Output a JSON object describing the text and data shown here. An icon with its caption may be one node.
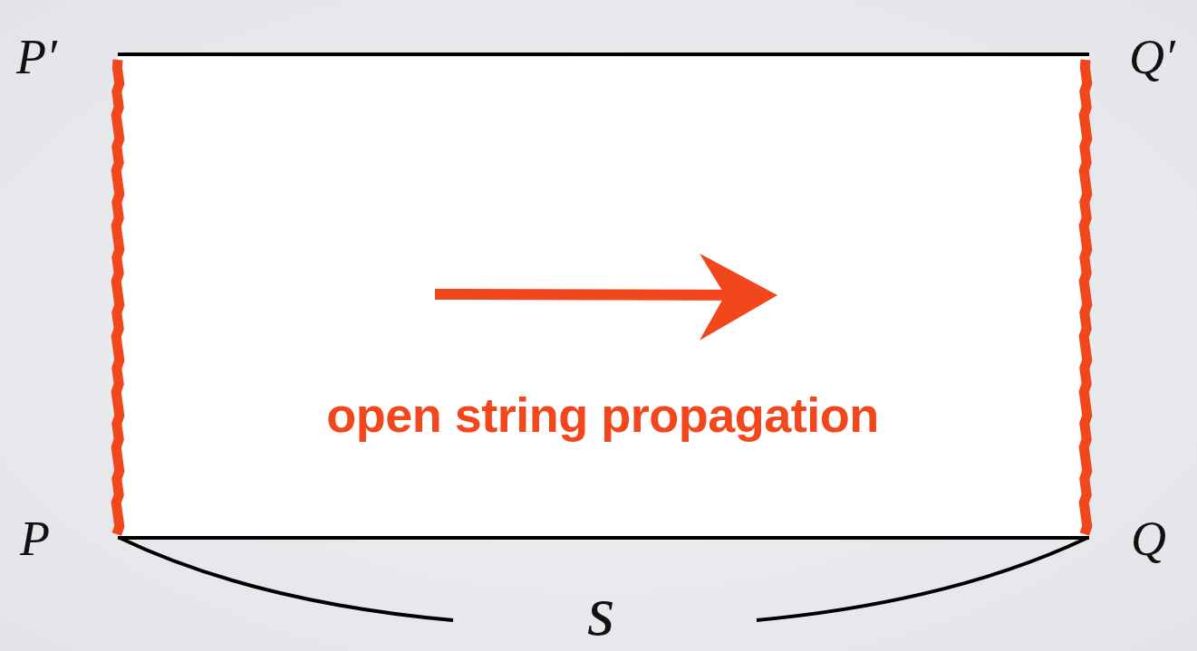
{
  "diagram": {
    "nodes": [
      {
        "text": [
          "open string propagation"
        ]
      }
    ],
    "labels": [
      "P′",
      "Q′",
      "P",
      "Q",
      "s"
    ]
  }
}
